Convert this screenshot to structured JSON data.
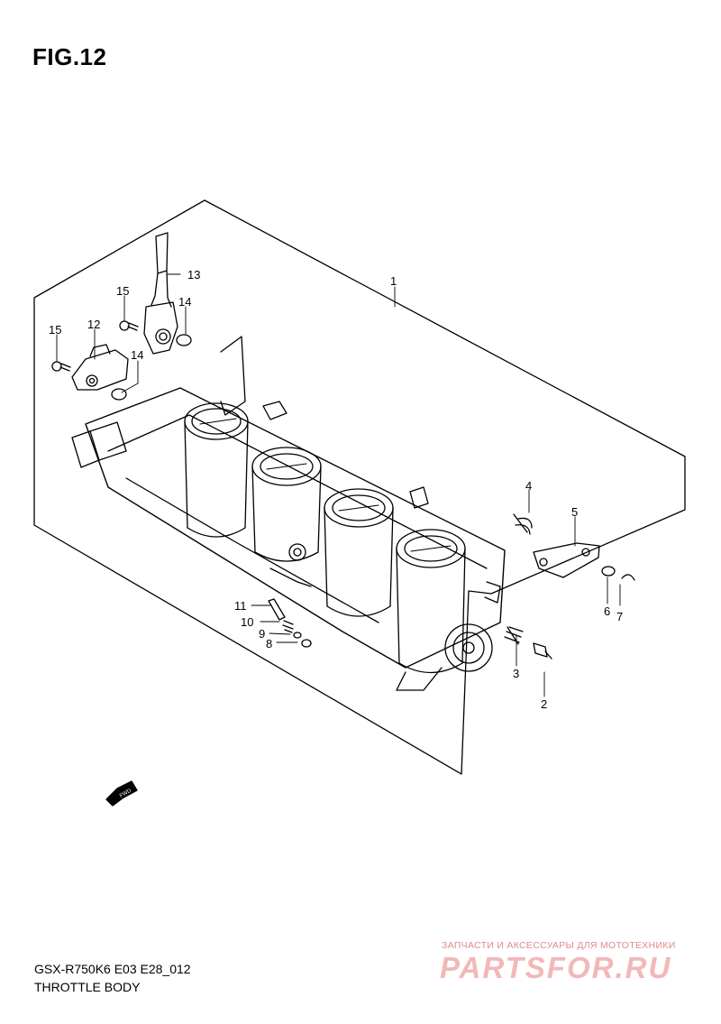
{
  "figure": {
    "title": "FIG.12"
  },
  "callouts": [
    {
      "id": "c1",
      "label": "1"
    },
    {
      "id": "c2",
      "label": "2"
    },
    {
      "id": "c3",
      "label": "3"
    },
    {
      "id": "c4",
      "label": "4"
    },
    {
      "id": "c5",
      "label": "5"
    },
    {
      "id": "c6",
      "label": "6"
    },
    {
      "id": "c7",
      "label": "7"
    },
    {
      "id": "c8",
      "label": "8"
    },
    {
      "id": "c9",
      "label": "9"
    },
    {
      "id": "c10",
      "label": "10"
    },
    {
      "id": "c11",
      "label": "11"
    },
    {
      "id": "c12",
      "label": "12"
    },
    {
      "id": "c13",
      "label": "13"
    },
    {
      "id": "c14a",
      "label": "14"
    },
    {
      "id": "c14b",
      "label": "14"
    },
    {
      "id": "c15a",
      "label": "15"
    },
    {
      "id": "c15b",
      "label": "15"
    }
  ],
  "fwd_label": "FWD",
  "footer": {
    "model_code": "GSX-R750K6 E03 E28_012",
    "section_name": "THROTTLE BODY"
  },
  "watermark": {
    "tagline": "ЗАПЧАСТИ И АКСЕССУАРЫ ДЛЯ МОТОТЕХНИКИ",
    "logo": "PARTSFOR.RU"
  }
}
